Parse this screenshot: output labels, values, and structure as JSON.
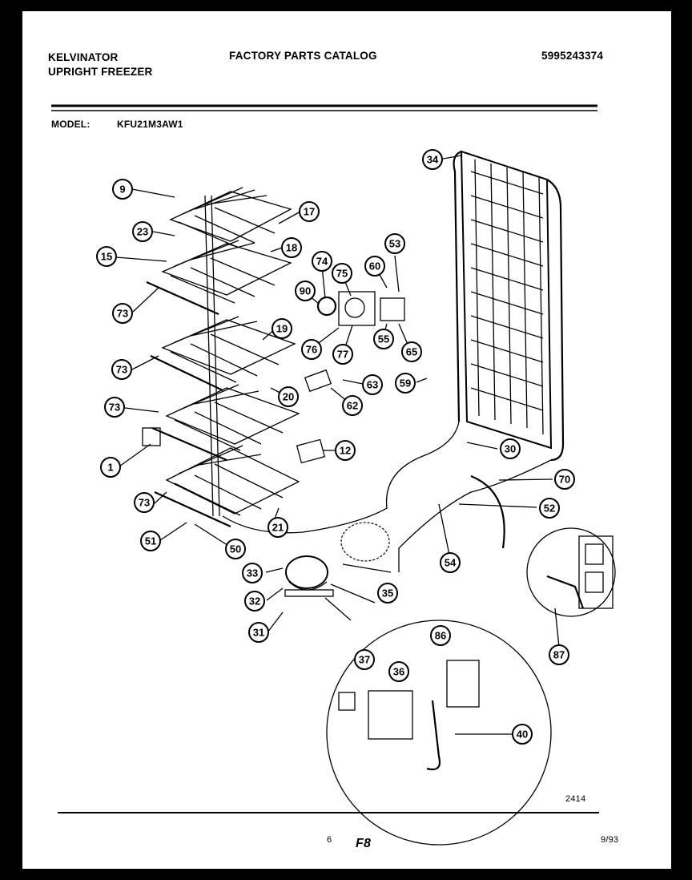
{
  "header": {
    "brand": "KELVINATOR",
    "product": "UPRIGHT FREEZER",
    "title": "FACTORY PARTS CATALOG",
    "catalog_number": "5995243374",
    "model_label": "MODEL:",
    "model_number": "KFU21M3AW1"
  },
  "footer": {
    "diagram_number": "2414",
    "page_number": "6",
    "figure": "F8",
    "date": "9/93"
  },
  "callouts": [
    "9",
    "23",
    "15",
    "73",
    "73",
    "73",
    "1",
    "73",
    "51",
    "50",
    "17",
    "18",
    "19",
    "20",
    "21",
    "12",
    "74",
    "75",
    "90",
    "76",
    "77",
    "55",
    "65",
    "63",
    "62",
    "53",
    "60",
    "59",
    "34",
    "30",
    "70",
    "52",
    "54",
    "33",
    "32",
    "31",
    "35",
    "37",
    "36",
    "86",
    "40",
    "87"
  ]
}
